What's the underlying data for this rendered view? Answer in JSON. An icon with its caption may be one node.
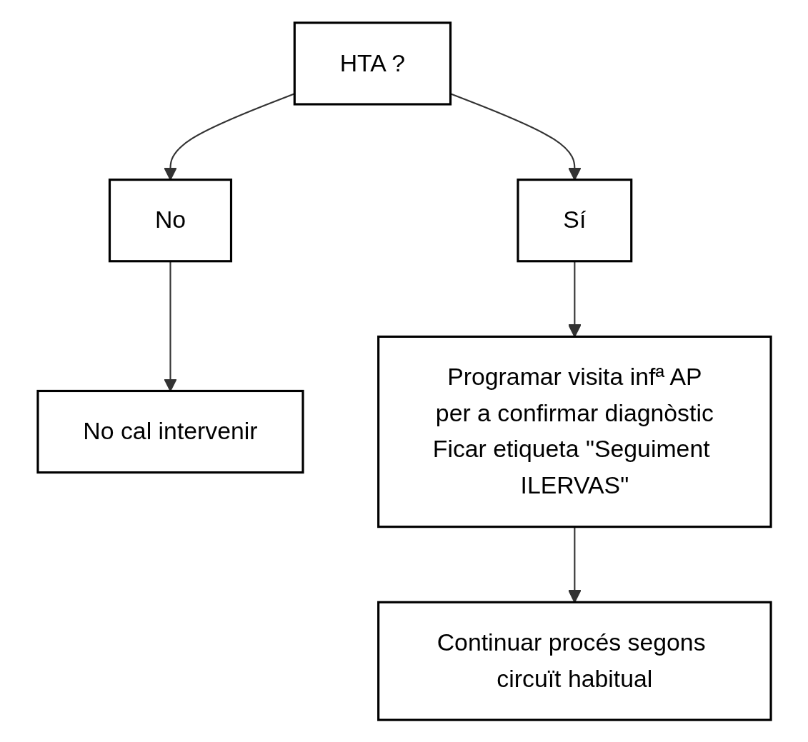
{
  "diagram": {
    "nodes": [
      {
        "text": [
          "HTA ?"
        ]
      },
      {
        "text": [
          "No"
        ]
      },
      {
        "text": [
          "Sí"
        ]
      },
      {
        "text": [
          "No cal intervenir"
        ]
      },
      {
        "text": [
          "Programar visita infª AP",
          "per a confirmar diagnòstic",
          "Ficar etiqueta \"Seguiment ILERVAS\""
        ]
      },
      {
        "text": [
          "Continuar procés segons circuït habitual"
        ]
      }
    ],
    "edges": [
      {
        "from": 0,
        "to": 1,
        "arrow": "to"
      },
      {
        "from": 0,
        "to": 2,
        "arrow": "to"
      },
      {
        "from": 1,
        "to": 3,
        "arrow": "to"
      },
      {
        "from": 2,
        "to": 4,
        "arrow": "to"
      },
      {
        "from": 4,
        "to": 5,
        "arrow": "to"
      }
    ]
  }
}
